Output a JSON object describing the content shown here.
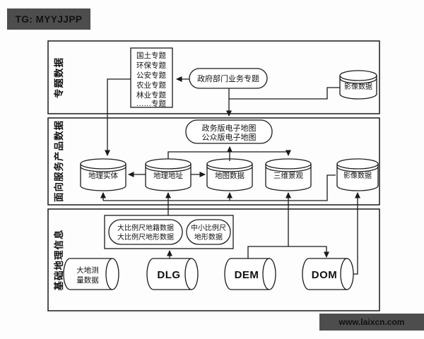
{
  "tags": {
    "telegram": "TG: MYYJJPP",
    "watermark": "www.laixcn.com"
  },
  "colors": {
    "tag_bg": "#4d4d4d",
    "tag_text": "#ffffff",
    "line": "#1a1a1a"
  },
  "sections": {
    "thematic": {
      "label": "专题数据",
      "topic_list": [
        "国土专题",
        "环保专题",
        "公安专题",
        "农业专题",
        "林业专题",
        "……专题"
      ],
      "gov_business": "政府部门业务专题",
      "imagery_db": "影像数据"
    },
    "service_products": {
      "label": "面向服务产品数据",
      "emap_line1": "政务版电子地图",
      "emap_line2": "公众版电子地图",
      "entity_db": "地理实体",
      "address_db": "地理地址",
      "map_db": "地图数据",
      "scene_db": "三维景观",
      "imagery_db": "影像数据"
    },
    "basic_geo": {
      "label": "基础地理信息",
      "large_scale_line1": "大比例尺地籍数据",
      "large_scale_line2": "大比例尺地形数据",
      "mid_scale_line1": "中小比例尺",
      "mid_scale_line2": "地形数据",
      "geodetic_line1": "大地测",
      "geodetic_line2": "量数据",
      "dlg_db": "DLG",
      "dem_db": "DEM",
      "dom_db": "DOM"
    }
  }
}
